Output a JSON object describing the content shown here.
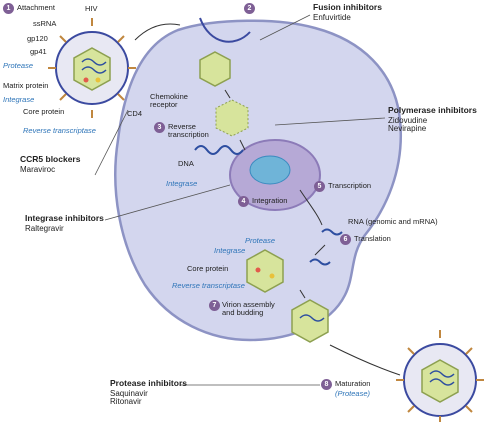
{
  "steps": [
    {
      "n": "1",
      "label": "Attachment"
    },
    {
      "n": "2",
      "label": ""
    },
    {
      "n": "3",
      "label": "Reverse\ntranscription"
    },
    {
      "n": "4",
      "label": "Integration"
    },
    {
      "n": "5",
      "label": "Transcription"
    },
    {
      "n": "6",
      "label": "Translation"
    },
    {
      "n": "7",
      "label": "Virion assembly\nand budding"
    },
    {
      "n": "8",
      "label": "Maturation"
    }
  ],
  "virion_labels": {
    "hiv": "HIV",
    "ssrna": "ssRNA",
    "gp120": "gp120",
    "gp41": "gp41",
    "protease": "Protease",
    "matrix": "Matrix protein",
    "integrase": "Integrase",
    "core": "Core protein",
    "rt": "Reverse transcriptase",
    "cd4": "CD4",
    "chemokine": "Chemokine\nreceptor"
  },
  "cell_labels": {
    "dna": "DNA",
    "integrase_small": "Integrase",
    "rna": "RNA (genomic and mRNA)",
    "protease": "Protease",
    "integrase": "Integrase",
    "core": "Core protein",
    "rt": "Reverse transcriptase",
    "maturation_protease": "(Protease)"
  },
  "drugs": {
    "fusion": {
      "title": "Fusion inhibitors",
      "names": "Enfuvirtide"
    },
    "polymerase": {
      "title": "Polymerase inhibitors",
      "names": "Zidovudine\nNevirapine"
    },
    "ccr5": {
      "title": "CCR5 blockers",
      "names": "Maraviroc"
    },
    "integrase": {
      "title": "Integrase inhibitors",
      "names": "Raltegravir"
    },
    "protease": {
      "title": "Protease inhibitors",
      "names": "Saquinavir\nRitonavir"
    }
  },
  "colors": {
    "cell": "#d3d6ee",
    "cell_edge": "#8d93c4",
    "nucleus": "#b6a9d6",
    "capsid": "#d7e49c",
    "step_badge": "#7e5f95",
    "annot": "#2d74b8"
  }
}
